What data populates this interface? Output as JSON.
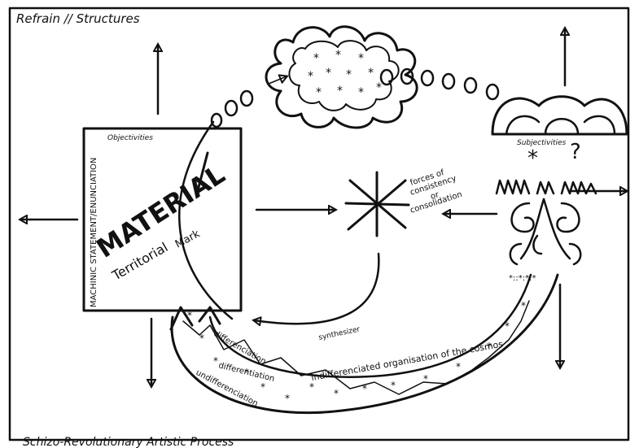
{
  "title": "Refrain // Structures",
  "footer": "Schizo-Revolutionary Artistic Process",
  "labels": {
    "objectivities": "Objectivities",
    "machinic": "MACHINIC STATEMENT/ENUNCIATION",
    "material": "MATERIAL",
    "territorial": "Territorial",
    "mark": "Mark",
    "subjectivities": "Subjectivities",
    "forces_1": "forces of",
    "forces_2": "consistency",
    "forces_3": "or",
    "forces_4": "consolidation",
    "synthesizer": "synthesizer",
    "differenciation": "differenciation",
    "differentiation": "differentiation",
    "undifferenciation": "undifferenciation",
    "indifferenciated": "indifferenciated organisation of the cosmos",
    "question": "?",
    "scribble": "MMM NNN"
  },
  "colors": {
    "ink": "#111111",
    "paper": "#ffffff"
  }
}
